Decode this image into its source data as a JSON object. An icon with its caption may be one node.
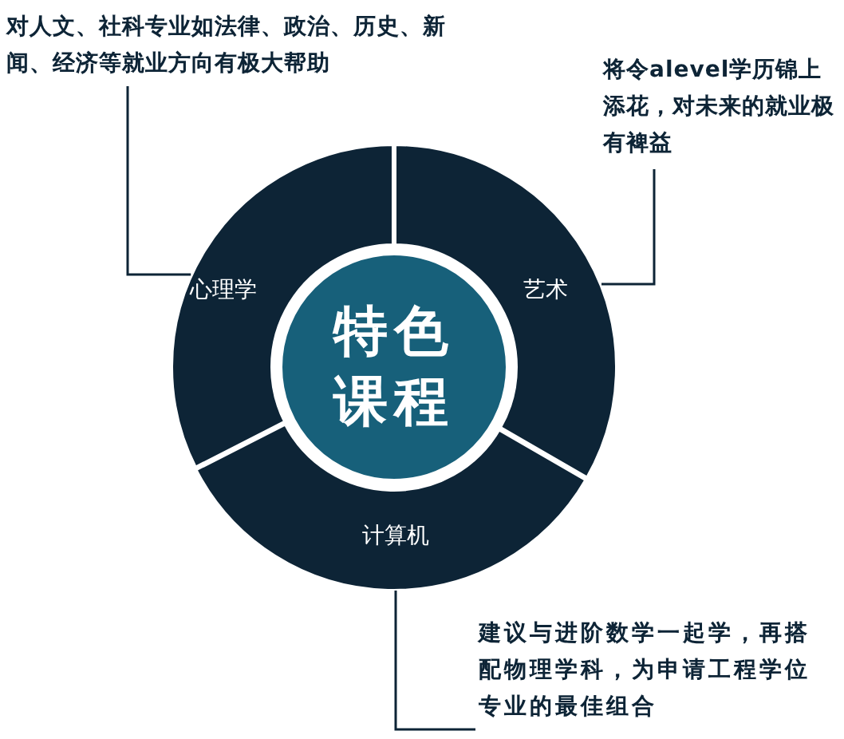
{
  "diagram": {
    "nodes": [
      {
        "text": [
          "特色课程"
        ]
      },
      {
        "text": [
          "心理学"
        ]
      },
      {
        "text": [
          "艺术"
        ]
      },
      {
        "text": [
          "计算机"
        ]
      },
      {
        "text": [
          "对人文、社科专业如法律、政治、历史、新闻、经济等就业方向有极大帮助"
        ]
      },
      {
        "text": [
          "将令alevel学历锦上添花，对未来的就业极有裨益"
        ]
      },
      {
        "text": [
          "建议与进阶数学一起学，再搭配物理学科，为申请工程学位专业的最佳组合"
        ]
      }
    ],
    "edges": [
      {
        "from": 4,
        "to": 1,
        "arrow": "none"
      },
      {
        "from": 5,
        "to": 2,
        "arrow": "none"
      },
      {
        "from": 6,
        "to": 3,
        "arrow": "none"
      }
    ]
  }
}
